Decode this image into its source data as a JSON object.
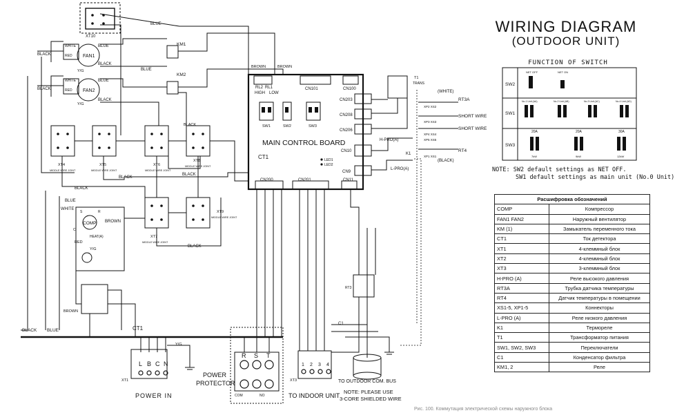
{
  "title": "WIRING DIAGRAM",
  "subtitle": "(OUTDOOR UNIT)",
  "switch_table": {
    "title": "FUNCTION OF SWITCH",
    "rows": [
      "SW2",
      "SW1",
      "SW3"
    ],
    "sw2_options": [
      "NET OFF",
      "NET ON"
    ],
    "sw1_options": [
      "No.1 Unit (AA)",
      "No.2 Unit (AB)",
      "No.3 Unit (AC)",
      "No.4 Unit (AD)"
    ],
    "sw3_options": [
      "20A",
      "20A",
      "30A"
    ],
    "sw3_capacity": [
      "7kW",
      "9kW",
      "12kW"
    ]
  },
  "note": {
    "line1": "NOTE: SW2 default settings as NET OFF.",
    "line2": "SW1 default settings as main unit (No.0 Unit)"
  },
  "legend": {
    "header": "Расшифровка обозначений",
    "rows": [
      {
        "code": "COMP",
        "desc": "Компрессор"
      },
      {
        "code": "FAN1 FAN2",
        "desc": "Наружный вентилятор"
      },
      {
        "code": "KM (1)",
        "desc": "Замыкатель переменного тока"
      },
      {
        "code": "CT1",
        "desc": "Ток детектора"
      },
      {
        "code": "XT1",
        "desc": "4-клеммный блок"
      },
      {
        "code": "XT2",
        "desc": "4-клеммный блок"
      },
      {
        "code": "XT3",
        "desc": "3-клеммный блок"
      },
      {
        "code": "H-PRO (A)",
        "desc": "Реле высокого давления"
      },
      {
        "code": "RT3A",
        "desc": "Трубка датчика температуры"
      },
      {
        "code": "RT4",
        "desc": "Датчик температуры в помещении"
      },
      {
        "code": "XS1-5, XP1-5",
        "desc": "Коннекторы"
      },
      {
        "code": "L-PRO (A)",
        "desc": "Реле низкого давления"
      },
      {
        "code": "K1",
        "desc": "Термореле"
      },
      {
        "code": "T1",
        "desc": "Трансформатор питания"
      },
      {
        "code": "SW1, SW2, SW3",
        "desc": "Переключатели"
      },
      {
        "code": "C1",
        "desc": "Конденсатор фильтра"
      },
      {
        "code": "KM1, 2",
        "desc": "Реле"
      }
    ]
  },
  "board": {
    "label": "MAIN CONTROL BOARD",
    "rl2": "RL2",
    "rl1": "RL1",
    "high": "HIGH",
    "low": "LOW",
    "cn101": "CN101",
    "cn100": "CN100",
    "cn203": "CN203",
    "cn208": "CN208",
    "cn206": "CN206",
    "cn10": "CN10",
    "cn9": "CN9",
    "cn11": "CN11",
    "cn200": "CN200",
    "cn201": "CN201",
    "sw1": "SW1",
    "sw2": "SW2",
    "sw3": "SW3",
    "ct1": "CT1",
    "led1": "LED1",
    "led2": "LED2"
  },
  "components": {
    "fan1": "FAN1",
    "fan2": "FAN2",
    "comp": "COMP",
    "km1": "KM1",
    "km2": "KM2",
    "ct1_ext": "CT1",
    "t1": "T1",
    "trans": "TRANS",
    "rt3a": "RT3A",
    "rt4": "RT4",
    "short_wire1": "SHORT WIRE",
    "short_wire2": "SHORT WIRE",
    "hpro": "H-PRO(A)",
    "lpro": "L-PRO(A)",
    "k1": "K1",
    "white_tag": "(WHITE)",
    "black_tag": "(BLACK)",
    "xp3xs3": "XP3 XS3",
    "xp2xs2": "XP2 XS2",
    "xp4xs4": "XP4 XS4",
    "xp5xs5": "XP5 XS5",
    "xp1xs1": "XP1 XS1",
    "heat": "HEAT(A)",
    "c1": "C1",
    "rt3": "RT3",
    "xt4": "XT4",
    "xt5": "XT5",
    "xt6": "XT6",
    "xt7": "XT7",
    "xt8": "XT8",
    "xt9": "XT9",
    "xt10": "XT10",
    "wire_joint": "MIDDLE WIRE JOINT",
    "xt1": "XT1",
    "xt3": "XT3",
    "xt1_terms": [
      "L",
      "B",
      "C",
      "N"
    ],
    "pp_terms": [
      "R",
      "S",
      "T"
    ],
    "xt3_terms": [
      "1",
      "2",
      "3",
      "4"
    ],
    "power_in": "POWER IN",
    "power_protector_1": "POWER",
    "power_protector_2": "PROTECTOR",
    "to_indoor": "TO INDOOR UNIT",
    "to_outdoor_bus": "TO OUTDOOR COM. BUS",
    "note_1": "NOTE: PLEASE USE",
    "note_2": "3-CORE SHIELDED WIRE",
    "com": "COM",
    "no": "NO",
    "s_tag": "S",
    "c_tag": "C",
    "r_tag": "R"
  },
  "wire_labels": {
    "blue": "BLUE",
    "black": "BLACK",
    "white": "WHITE",
    "red": "RED",
    "brown": "BROWN",
    "yg": "Y/G"
  },
  "footer": "Рис. 100. Коммутация электрической схемы наружного блока"
}
